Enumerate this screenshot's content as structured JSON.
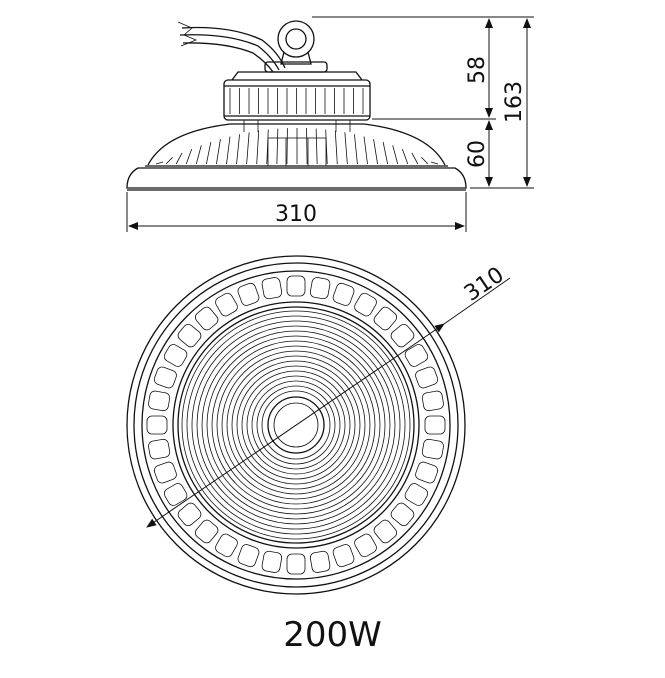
{
  "dimensions": {
    "width_side": "310",
    "height_top": "58",
    "height_total": "163",
    "height_bottom": "60",
    "diameter_front": "310"
  },
  "model": "200W"
}
